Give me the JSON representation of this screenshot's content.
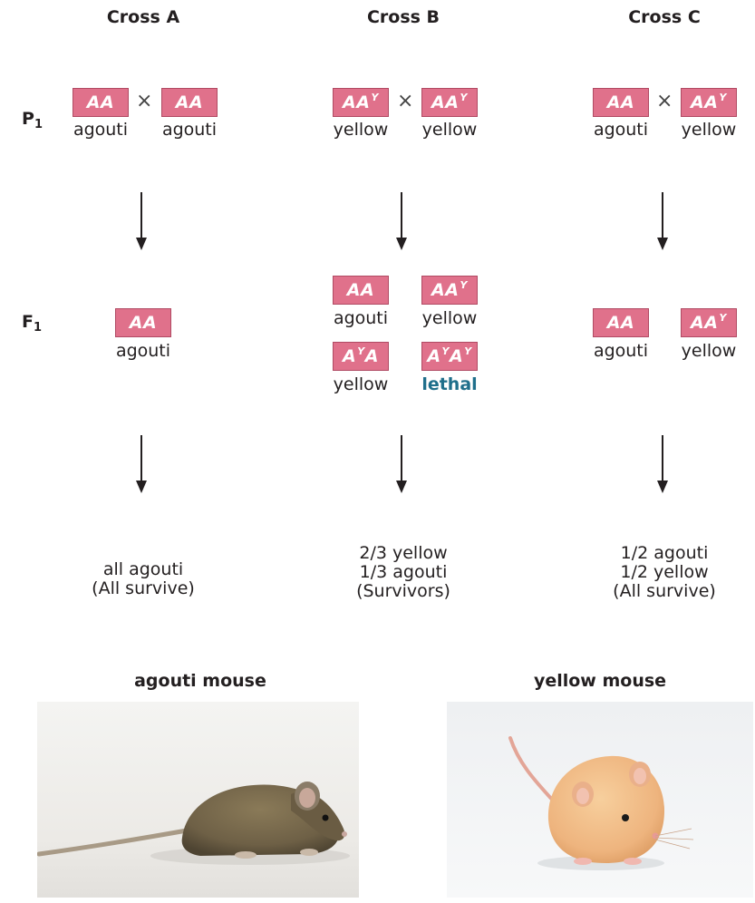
{
  "columns": [
    {
      "title": "Cross A"
    },
    {
      "title": "Cross B"
    },
    {
      "title": "Cross C"
    }
  ],
  "generations": {
    "p1": "P",
    "p1_sub": "1",
    "f1": "F",
    "f1_sub": "1"
  },
  "cross_symbol": "×",
  "crossA": {
    "p1": [
      {
        "geno": "AA",
        "pheno": "agouti"
      },
      {
        "geno": "AA",
        "pheno": "agouti"
      }
    ],
    "f1": [
      {
        "geno": "AA",
        "pheno": "agouti"
      }
    ],
    "result": [
      "all agouti",
      "(All survive)"
    ]
  },
  "crossB": {
    "p1": [
      {
        "geno": "AA",
        "sup": "Y",
        "pheno": "yellow"
      },
      {
        "geno": "AA",
        "sup": "Y",
        "pheno": "yellow"
      }
    ],
    "f1": [
      {
        "geno": "AA",
        "pheno": "agouti"
      },
      {
        "geno": "AA",
        "sup": "Y",
        "pheno": "yellow"
      },
      {
        "geno": "A",
        "sup": "Y",
        "geno2": "A",
        "pheno": "yellow"
      },
      {
        "geno": "A",
        "sup": "Y",
        "geno2": "A",
        "sup2": "Y",
        "pheno": "lethal"
      }
    ],
    "result": [
      "2/3 yellow",
      "1/3 agouti",
      "(Survivors)"
    ]
  },
  "crossC": {
    "p1": [
      {
        "geno": "AA",
        "pheno": "agouti"
      },
      {
        "geno": "AA",
        "sup": "Y",
        "pheno": "yellow"
      }
    ],
    "f1": [
      {
        "geno": "AA",
        "pheno": "agouti"
      },
      {
        "geno": "AA",
        "sup": "Y",
        "pheno": "yellow"
      }
    ],
    "result": [
      "1/2 agouti",
      "1/2 yellow",
      "(All survive)"
    ]
  },
  "photos": {
    "agouti_title": "agouti mouse",
    "yellow_title": "yellow mouse"
  },
  "colors": {
    "genotype_box": "#e0718b",
    "lethal": "#1f6f8b",
    "agouti_fur": "#7a6a4c",
    "yellow_fur": "#f0b884"
  }
}
